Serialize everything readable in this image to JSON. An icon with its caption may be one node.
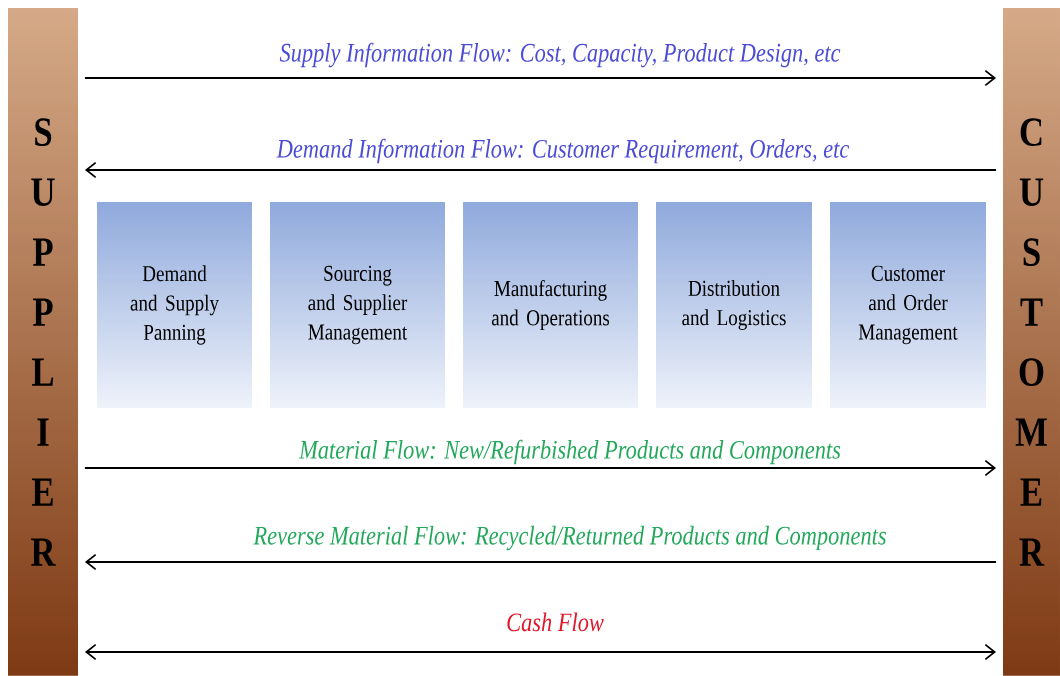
{
  "diagram": {
    "nodes": [
      {
        "text": [
          "SUPPLIER"
        ]
      },
      {
        "text": [
          "CUSTOMER"
        ]
      },
      {
        "text": [
          "Demand and Supply Panning"
        ]
      },
      {
        "text": [
          "Sourcing and Supplier Management"
        ]
      },
      {
        "text": [
          "Manufacturing and Operations"
        ]
      },
      {
        "text": [
          "Distribution and Logistics"
        ]
      },
      {
        "text": [
          "Customer and Order Management"
        ]
      }
    ],
    "edges": [
      {
        "from": 0,
        "to": 1,
        "arrow": "to",
        "label": "Supply Information Flow: Cost, Capacity, Product Design, etc"
      },
      {
        "from": 1,
        "to": 0,
        "arrow": "to",
        "label": "Demand Information Flow: Customer Requirement, Orders, etc"
      },
      {
        "from": 0,
        "to": 1,
        "arrow": "to",
        "label": "Material Flow: New/Refurbished Products and Components"
      },
      {
        "from": 1,
        "to": 0,
        "arrow": "to",
        "label": "Reverse Material Flow: Recycled/Returned Products and Components"
      },
      {
        "from": 0,
        "to": 1,
        "arrow": "both",
        "label": "Cash Flow"
      }
    ]
  }
}
